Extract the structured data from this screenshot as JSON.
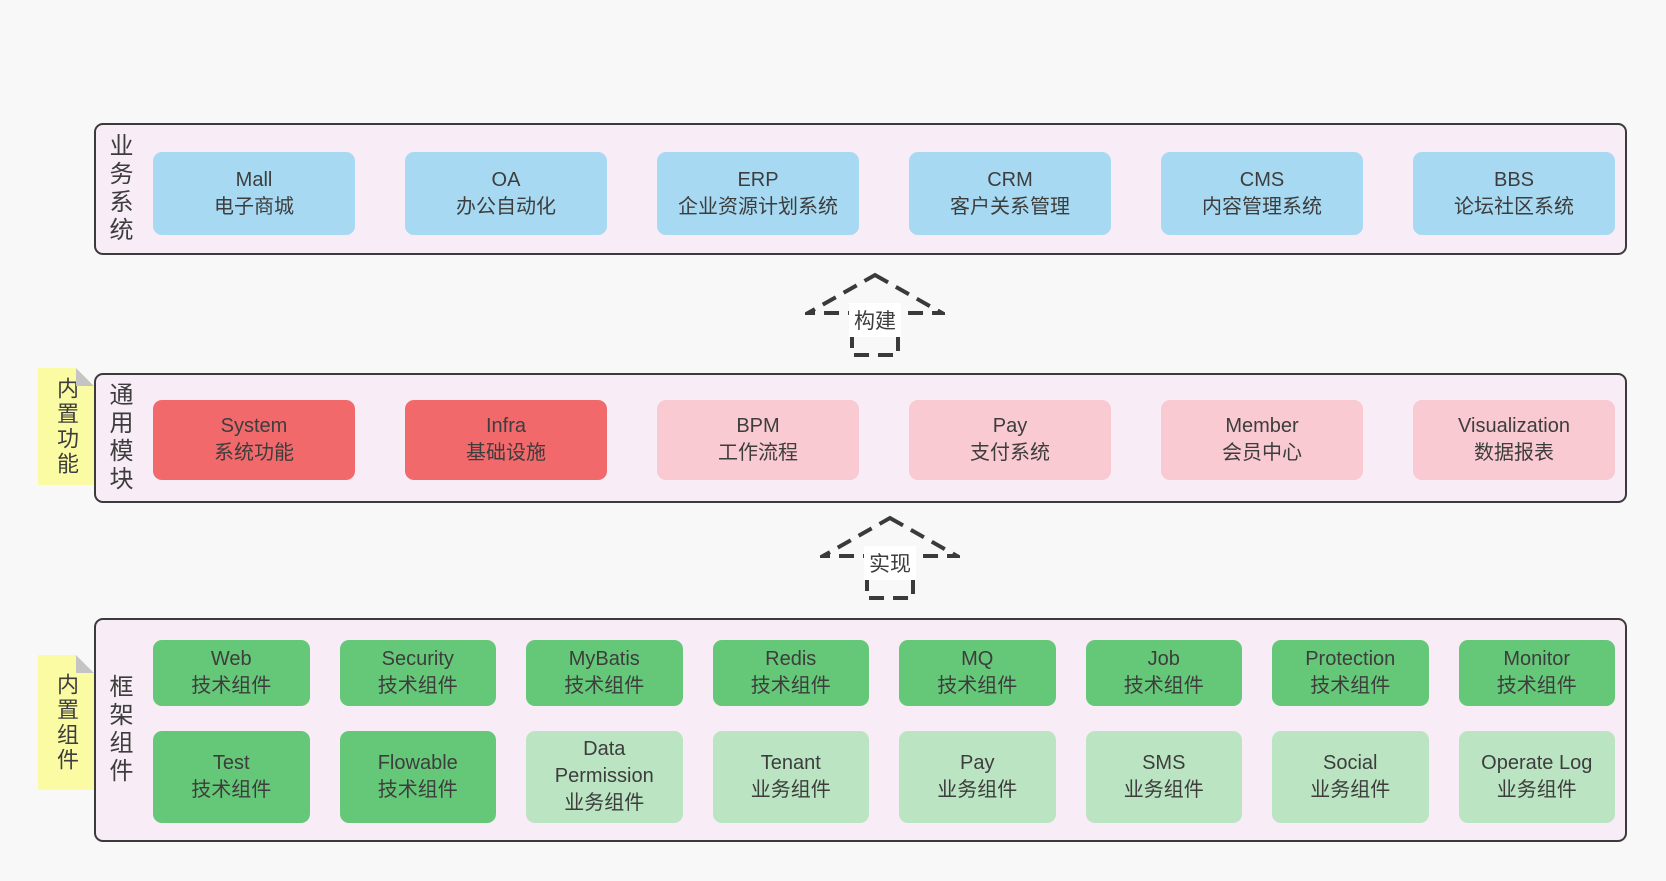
{
  "colors": {
    "page-bg": "#f8f8f8",
    "panel-bg": "#f8edf6",
    "panel-border": "#3b3b3b",
    "box-blue": "#a7daf2",
    "box-red": "#f2696c",
    "box-pink": "#f9cad2",
    "box-green": "#65c878",
    "box-light-green": "#bbe4c2",
    "note-bg": "#fbfba4",
    "note-fold": "#c4c4c4",
    "text": "#3d3d3d",
    "arrow": "#3a3a3a"
  },
  "notes": {
    "modules": "内置功能",
    "framework": "内置组件"
  },
  "arrows": {
    "build": "构建",
    "implement": "实现"
  },
  "sections": {
    "business": {
      "label": "业务系统",
      "boxes": [
        {
          "name": "Mall",
          "desc": "电子商城",
          "variant": "blue"
        },
        {
          "name": "OA",
          "desc": "办公自动化",
          "variant": "blue"
        },
        {
          "name": "ERP",
          "desc": "企业资源计划系统",
          "variant": "blue"
        },
        {
          "name": "CRM",
          "desc": "客户关系管理",
          "variant": "blue"
        },
        {
          "name": "CMS",
          "desc": "内容管理系统",
          "variant": "blue"
        },
        {
          "name": "BBS",
          "desc": "论坛社区系统",
          "variant": "blue"
        }
      ]
    },
    "modules": {
      "label": "通用模块",
      "boxes": [
        {
          "name": "System",
          "desc": "系统功能",
          "variant": "red"
        },
        {
          "name": "Infra",
          "desc": "基础设施",
          "variant": "red"
        },
        {
          "name": "BPM",
          "desc": "工作流程",
          "variant": "pink"
        },
        {
          "name": "Pay",
          "desc": "支付系统",
          "variant": "pink"
        },
        {
          "name": "Member",
          "desc": "会员中心",
          "variant": "pink"
        },
        {
          "name": "Visualization",
          "desc": "数据报表",
          "variant": "pink"
        }
      ]
    },
    "framework": {
      "label": "框架组件",
      "row1": [
        {
          "name": "Web",
          "desc": "技术组件",
          "variant": "green"
        },
        {
          "name": "Security",
          "desc": "技术组件",
          "variant": "green"
        },
        {
          "name": "MyBatis",
          "desc": "技术组件",
          "variant": "green"
        },
        {
          "name": "Redis",
          "desc": "技术组件",
          "variant": "green"
        },
        {
          "name": "MQ",
          "desc": "技术组件",
          "variant": "green"
        },
        {
          "name": "Job",
          "desc": "技术组件",
          "variant": "green"
        },
        {
          "name": "Protection",
          "desc": "技术组件",
          "variant": "green"
        },
        {
          "name": "Monitor",
          "desc": "技术组件",
          "variant": "green"
        }
      ],
      "row2": [
        {
          "name": "Test",
          "desc": "技术组件",
          "variant": "green"
        },
        {
          "name": "Flowable",
          "desc": "技术组件",
          "variant": "green"
        },
        {
          "name": "Data Permission",
          "desc": "业务组件",
          "variant": "lightgreen"
        },
        {
          "name": "Tenant",
          "desc": "业务组件",
          "variant": "lightgreen"
        },
        {
          "name": "Pay",
          "desc": "业务组件",
          "variant": "lightgreen"
        },
        {
          "name": "SMS",
          "desc": "业务组件",
          "variant": "lightgreen"
        },
        {
          "name": "Social",
          "desc": "业务组件",
          "variant": "lightgreen"
        },
        {
          "name": "Operate Log",
          "desc": "业务组件",
          "variant": "lightgreen"
        }
      ]
    }
  }
}
